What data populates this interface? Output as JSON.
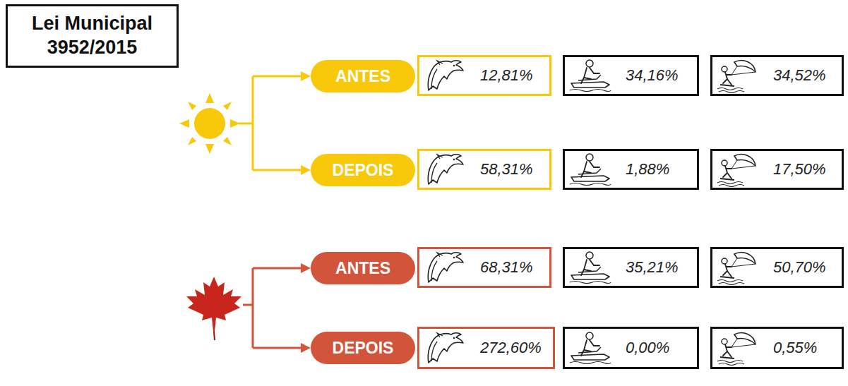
{
  "diagram": {
    "nodes": [
      {
        "text": [
          "Lei Municipal 3952/2015"
        ]
      },
      {
        "text": [
          "ANTES"
        ]
      },
      {
        "text": [
          "12,81%"
        ]
      },
      {
        "text": [
          "34,16%"
        ]
      },
      {
        "text": [
          "34,52%"
        ]
      },
      {
        "text": [
          "DEPOIS"
        ]
      },
      {
        "text": [
          "58,31%"
        ]
      },
      {
        "text": [
          "1,88%"
        ]
      },
      {
        "text": [
          "17,50%"
        ]
      },
      {
        "text": [
          "ANTES"
        ]
      },
      {
        "text": [
          "68,31%"
        ]
      },
      {
        "text": [
          "35,21%"
        ]
      },
      {
        "text": [
          "50,70%"
        ]
      },
      {
        "text": [
          "DEPOIS"
        ]
      },
      {
        "text": [
          "272,60%"
        ]
      },
      {
        "text": [
          "0,00%"
        ]
      },
      {
        "text": [
          "0,55%"
        ]
      }
    ]
  }
}
